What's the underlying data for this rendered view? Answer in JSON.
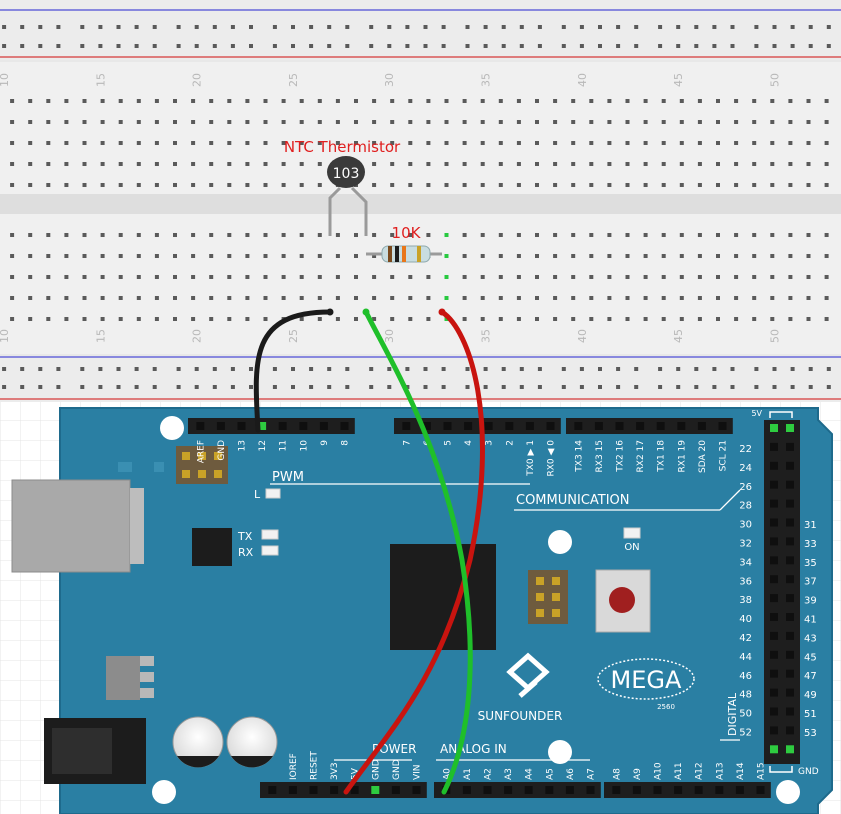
{
  "breadboard": {
    "column_numbers": [
      "10",
      "15",
      "20",
      "25",
      "30",
      "35",
      "40",
      "45",
      "50"
    ]
  },
  "components": {
    "thermistor_label": "NTC Thermistor",
    "thermistor_code": "103",
    "resistor_label": "10K"
  },
  "board": {
    "brand": "SUNFOUNDER",
    "model": "MEGA",
    "model_sub": "2560",
    "pwm_label": "PWM",
    "comm_label": "COMMUNICATION",
    "power_label": "POWER",
    "analog_label": "ANALOG IN",
    "digital_label": "DIGITAL",
    "led_l": "L",
    "led_tx": "TX",
    "led_rx": "RX",
    "led_on": "ON",
    "top_left_pins": [
      "AREF",
      "GND",
      "13",
      "12",
      "11",
      "10",
      "9",
      "8"
    ],
    "top_mid_pins": [
      "7",
      "6",
      "5",
      "4",
      "3",
      "2",
      "TX0 ▶ 1",
      "RX0 ◀ 0"
    ],
    "top_right_pins": [
      "TX3 14",
      "RX3 15",
      "TX2 16",
      "RX2 17",
      "TX1 18",
      "RX1 19",
      "SDA 20",
      "SCL 21"
    ],
    "power_pins": [
      "IOREF",
      "RESET",
      "3V3",
      "5V",
      "GND",
      "GND",
      "VIN"
    ],
    "analog_pins_a": [
      "A0",
      "A1",
      "A2",
      "A3",
      "A4",
      "A5",
      "A6",
      "A7"
    ],
    "analog_pins_b": [
      "A8",
      "A9",
      "A10",
      "A11",
      "A12",
      "A13",
      "A14",
      "A15"
    ],
    "digital_left_numbers": [
      "22",
      "24",
      "26",
      "28",
      "30",
      "32",
      "34",
      "36",
      "38",
      "40",
      "42",
      "44",
      "46",
      "48",
      "50",
      "52"
    ],
    "digital_right_numbers": [
      "31",
      "33",
      "35",
      "37",
      "39",
      "41",
      "43",
      "45",
      "47",
      "49",
      "51",
      "53"
    ],
    "header_5v": "5V",
    "header_gnd": "GND"
  },
  "colors": {
    "board": "#2a7fa3",
    "wire_black": "#1a1a1a",
    "wire_green": "#1fbf2a",
    "wire_red": "#c8140f",
    "label_red": "#e01f1f"
  }
}
